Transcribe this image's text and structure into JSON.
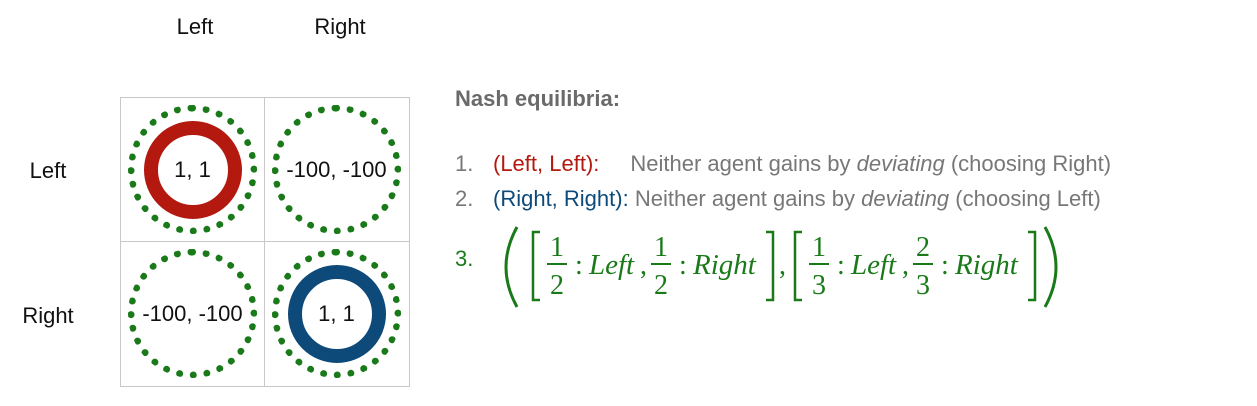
{
  "matrix": {
    "col_headers": [
      "Left",
      "Right"
    ],
    "row_headers": [
      "Left",
      "Right"
    ],
    "cells": [
      [
        "1, 1",
        "-100, -100"
      ],
      [
        "-100, -100",
        "1, 1"
      ]
    ]
  },
  "equilibria": {
    "title": "Nash equilibria:",
    "items": [
      {
        "number": "1.",
        "profile": "(Left, Left):",
        "text_before": "Neither agent gains by ",
        "emphasis": "deviating",
        "text_after": " (choosing Right)"
      },
      {
        "number": "2.",
        "profile": "(Right, Right):",
        "text_before": " Neither agent gains by ",
        "emphasis": "deviating",
        "text_after": " (choosing Left)"
      }
    ],
    "mixed": {
      "number": "3.",
      "p1_a": "1",
      "p1_b": "2",
      "p1_c": "1",
      "p1_d": "2",
      "p2_a": "1",
      "p2_b": "3",
      "p2_c": "2",
      "p2_d": "3",
      "left_label": "Left",
      "right_label": "Right"
    }
  },
  "colors": {
    "red_ring": "#b3190f",
    "blue_ring": "#0d4a7a",
    "dotted_ring": "#1a7a1a"
  }
}
